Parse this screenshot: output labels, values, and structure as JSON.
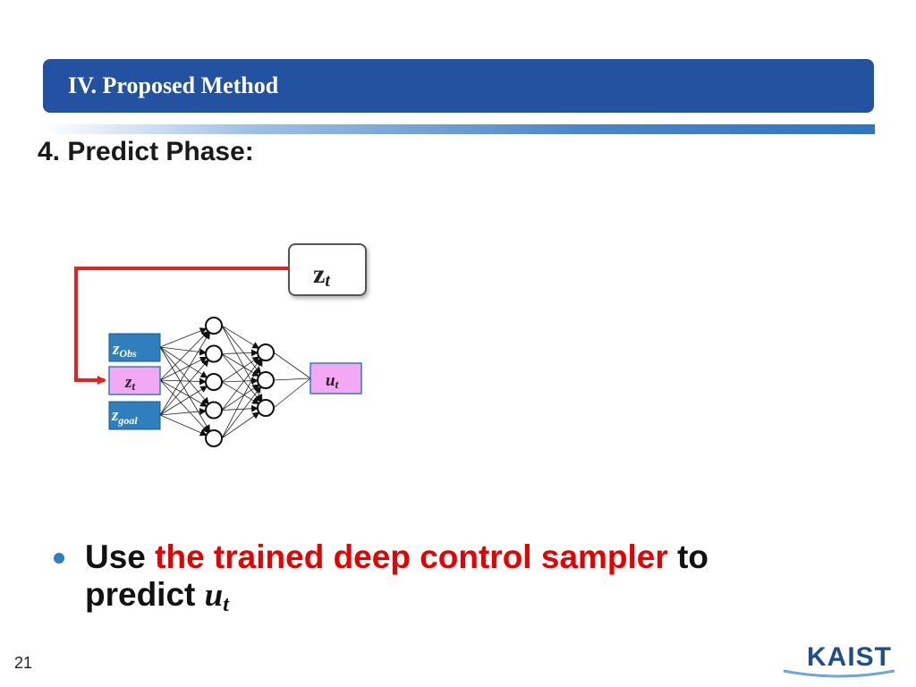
{
  "header": {
    "title": "IV. Proposed Method",
    "bar_color": "#2353a0"
  },
  "section_title": "4. Predict Phase:",
  "diagram": {
    "feedback_label": {
      "main": "z",
      "sub": "t"
    },
    "inputs": [
      {
        "main": "z",
        "sub": "Obs",
        "color": "#2f7fbf"
      },
      {
        "main": "z",
        "sub": "t",
        "color": "#f3a8f3"
      },
      {
        "main": "z",
        "sub": "goal",
        "color": "#2f7fbf"
      }
    ],
    "output": {
      "main": "u",
      "sub": "t",
      "color": "#f3a8f3"
    },
    "hidden_layer_sizes": [
      5,
      3
    ],
    "arrow_color": "#e82020"
  },
  "bullet": {
    "prefix": "Use ",
    "highlight": "the trained deep control sampler",
    "suffix": " to",
    "line2": "predict ",
    "var_main": "u",
    "var_sub": "t",
    "dot_color": "#2f7fbf",
    "highlight_color": "#e60000"
  },
  "page_number": "21",
  "logo": {
    "text": "KAIST"
  }
}
